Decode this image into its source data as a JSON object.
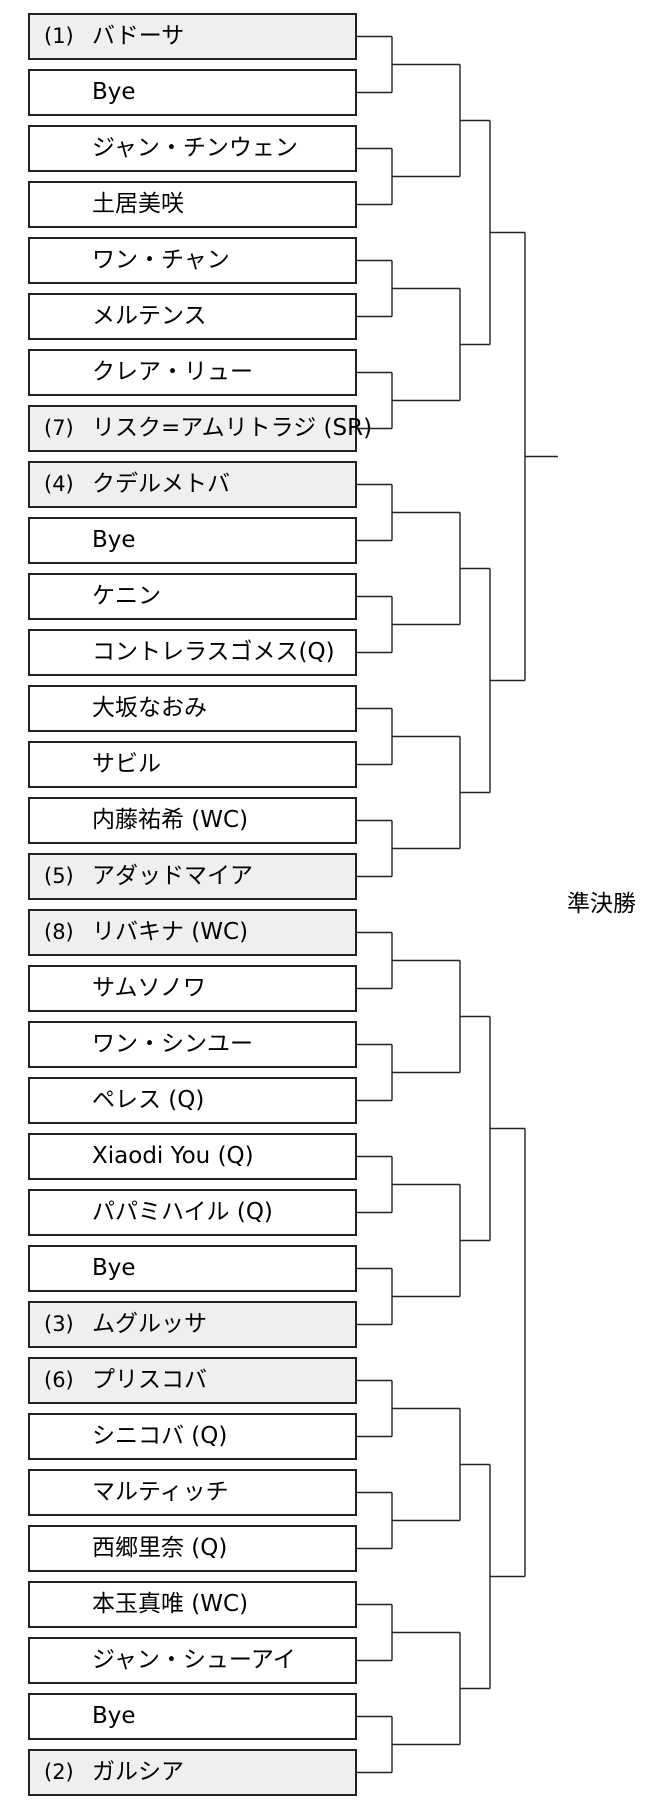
{
  "bracket": {
    "final_label": "準決勝",
    "entries": [
      {
        "seed": "(1)",
        "name": "バドーサ"
      },
      {
        "seed": "",
        "name": "Bye"
      },
      {
        "seed": "",
        "name": "ジャン・チンウェン"
      },
      {
        "seed": "",
        "name": "土居美咲"
      },
      {
        "seed": "",
        "name": "ワン・チャン"
      },
      {
        "seed": "",
        "name": "メルテンス"
      },
      {
        "seed": "",
        "name": "クレア・リュー"
      },
      {
        "seed": "(7)",
        "name": "リスク=アムリトラジ (SR)"
      },
      {
        "seed": "(4)",
        "name": "クデルメトバ"
      },
      {
        "seed": "",
        "name": "Bye"
      },
      {
        "seed": "",
        "name": "ケニン"
      },
      {
        "seed": "",
        "name": "コントレラスゴメス(Q)"
      },
      {
        "seed": "",
        "name": "大坂なおみ"
      },
      {
        "seed": "",
        "name": "サビル"
      },
      {
        "seed": "",
        "name": "内藤祐希 (WC)"
      },
      {
        "seed": "(5)",
        "name": "アダッドマイア"
      },
      {
        "seed": "(8)",
        "name": "リバキナ (WC)"
      },
      {
        "seed": "",
        "name": "サムソノワ"
      },
      {
        "seed": "",
        "name": "ワン・シンユー"
      },
      {
        "seed": "",
        "name": "ペレス (Q)"
      },
      {
        "seed": "",
        "name": "Xiaodi You (Q)"
      },
      {
        "seed": "",
        "name": "パパミハイル (Q)"
      },
      {
        "seed": "",
        "name": "Bye"
      },
      {
        "seed": "(3)",
        "name": "ムグルッサ"
      },
      {
        "seed": "(6)",
        "name": "プリスコバ"
      },
      {
        "seed": "",
        "name": "シニコバ (Q)"
      },
      {
        "seed": "",
        "name": "マルティッチ"
      },
      {
        "seed": "",
        "name": "西郷里奈 (Q)"
      },
      {
        "seed": "",
        "name": "本玉真唯 (WC)"
      },
      {
        "seed": "",
        "name": "ジャン・シューアイ"
      },
      {
        "seed": "",
        "name": "Bye"
      },
      {
        "seed": "(2)",
        "name": "ガルシア"
      }
    ]
  }
}
